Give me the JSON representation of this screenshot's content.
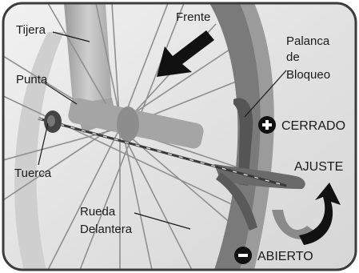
{
  "labels": {
    "tijera": "Tijera",
    "frente": "Frente",
    "punta": "Punta",
    "palanca_l1": "Palanca",
    "palanca_l2": "de",
    "palanca_l3": "Bloqueo",
    "cerrado": "CERRADO",
    "tuerca": "Tuerca",
    "ajuste": "AJUSTE",
    "rueda_l1": "Rueda",
    "rueda_l2": "Delantera",
    "abierto": "ABIERTO"
  },
  "icons": {
    "closed": "plus-circle-icon",
    "open": "minus-circle-icon",
    "front": "arrow-down-left-icon",
    "adjust": "curved-arrow-icon"
  },
  "colors": {
    "ink": "#1a1a1a",
    "photo_bg": "#e4e4e4",
    "fork": "#b9b9b9",
    "tire": "#7a7a7a",
    "lever": "#5c5c5c",
    "curve_gray": "#8a8a8a"
  }
}
